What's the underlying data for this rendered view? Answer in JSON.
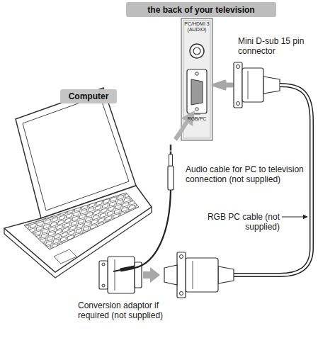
{
  "diagram": {
    "nodes": [
      {
        "text": [
          "the back of your television"
        ]
      },
      {
        "text": [
          "Computer"
        ]
      },
      {
        "text": [
          "PC/HDMI 3 (AUDIO)",
          "RGB/PC"
        ]
      }
    ],
    "labels": [
      "Mini D-sub 15 pin connector",
      "Audio cable for PC to television connection (not supplied)",
      "RGB PC cable (not supplied)",
      "Conversion adaptor if required (not supplied)"
    ]
  }
}
